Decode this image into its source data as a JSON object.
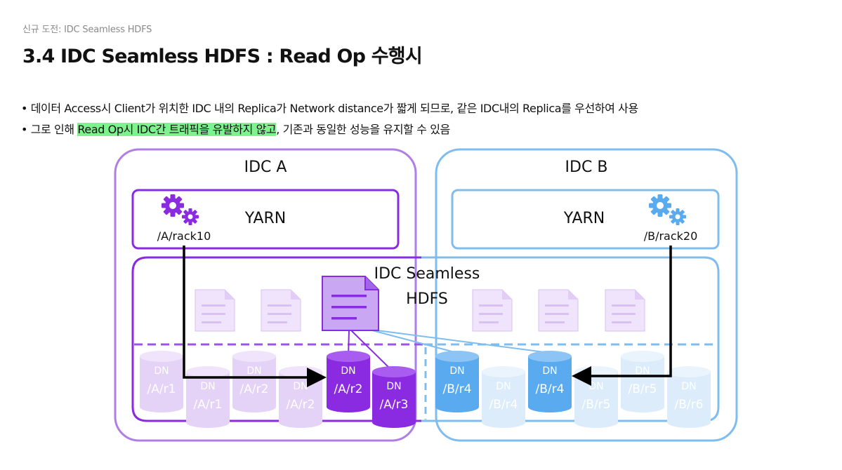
{
  "header": {
    "breadcrumb": "신규 도전: IDC Seamless HDFS",
    "title": "3.4 IDC Seamless HDFS : Read Op 수행시"
  },
  "bullets": [
    {
      "text": "• 데이터 Access시 Client가 위치한 IDC 내의 Replica가 Network distance가 짧게 되므로, 같은 IDC내의 Replica를 우선하여 사용"
    },
    {
      "prefix": "• 그로 인해 ",
      "highlight": "Read Op시 IDC간 트래픽을 유발하지 않고",
      "suffix": ", 기존과 동일한 성능을 유지할 수 있음"
    }
  ],
  "diagram": {
    "colors": {
      "purple": "#8a2be2",
      "purple_light": "#e5d2f7",
      "purple_border": "#b07fe6",
      "blue": "#5aaaf0",
      "blue_light": "#dcecfb",
      "blue_border": "#7fbcf0",
      "highlight": "#7df28e"
    },
    "idc_a": {
      "label": "IDC A",
      "yarn": {
        "label": "YARN",
        "rack": "/A/rack10",
        "icon": "gears-icon"
      }
    },
    "idc_b": {
      "label": "IDC B",
      "yarn": {
        "label": "YARN",
        "rack": "/B/rack20",
        "icon": "gears-icon"
      }
    },
    "hdfs": {
      "line1": "IDC Seamless",
      "line2": "HDFS",
      "icon": "document-icon"
    },
    "datanodes_a": [
      {
        "top": "DN",
        "bottom": "/A/r1",
        "state": "faded"
      },
      {
        "top": "DN",
        "bottom": "/A/r1",
        "state": "faded"
      },
      {
        "top": "DN",
        "bottom": "/A/r2",
        "state": "faded"
      },
      {
        "top": "DN",
        "bottom": "/A/r2",
        "state": "faded"
      },
      {
        "top": "DN",
        "bottom": "/A/r2",
        "state": "active"
      },
      {
        "top": "DN",
        "bottom": "/A/r3",
        "state": "active"
      }
    ],
    "datanodes_b": [
      {
        "top": "DN",
        "bottom": "/B/r4",
        "state": "active"
      },
      {
        "top": "DN",
        "bottom": "/B/r4",
        "state": "faded"
      },
      {
        "top": "DN",
        "bottom": "/B/r4",
        "state": "active"
      },
      {
        "top": "DN",
        "bottom": "/B/r5",
        "state": "faded"
      },
      {
        "top": "DN",
        "bottom": "/B/r5",
        "state": "faded"
      },
      {
        "top": "DN",
        "bottom": "/B/r6",
        "state": "faded"
      }
    ]
  }
}
